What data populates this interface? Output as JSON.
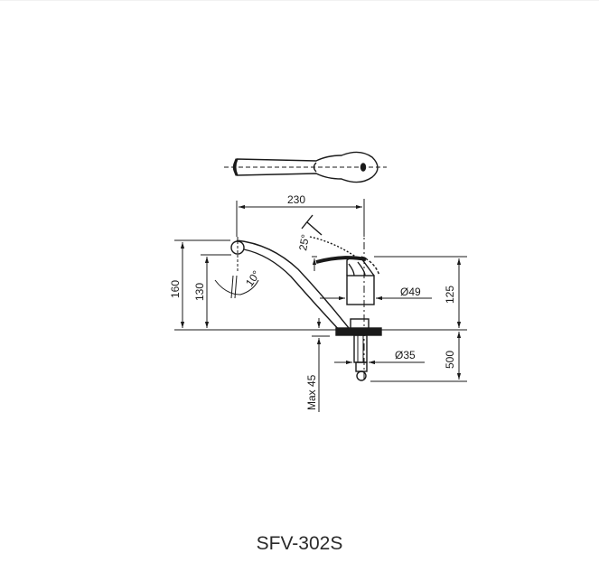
{
  "drawing": {
    "model_name": "SFV-302S",
    "dimensions": {
      "spout_reach": "230",
      "total_height": "160",
      "spout_height": "130",
      "body_height": "125",
      "body_diameter": "Ø49",
      "shank_diameter": "Ø35",
      "hose_length": "500",
      "max_counter_thickness": "Max 45",
      "handle_angle": "25°",
      "aerator_angle": "10°"
    },
    "colors": {
      "line": "#1a1a1a",
      "background": "#ffffff"
    }
  }
}
